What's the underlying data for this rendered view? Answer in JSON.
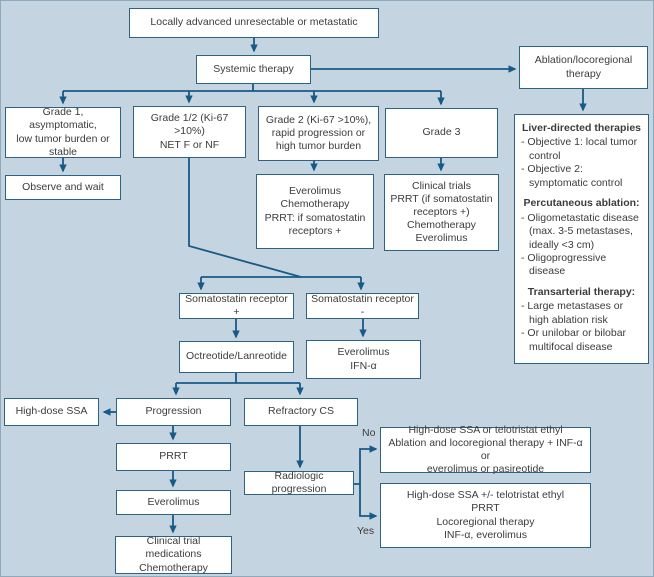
{
  "colors": {
    "background": "#c5d4e1",
    "box_fill": "#ffffff",
    "box_border": "#2e6285",
    "line": "#175a86",
    "text": "#3c3c3c"
  },
  "nodes": {
    "root": {
      "label": "Locally advanced unresectable or metastatic"
    },
    "systemic": {
      "label": "Systemic therapy"
    },
    "ablation": {
      "label": "Ablation/locoregional\ntherapy"
    },
    "grade1": {
      "label": "Grade 1, asymptomatic,\nlow tumor burden or\nstable"
    },
    "grade12": {
      "label": "Grade 1/2 (Ki-67 >10%)\nNET F or NF"
    },
    "grade2": {
      "label": "Grade 2 (Ki-67 >10%),\nrapid progression or\nhigh tumor burden"
    },
    "grade3": {
      "label": "Grade 3"
    },
    "observe": {
      "label": "Observe and wait"
    },
    "grade2_tx": {
      "label": "Everolimus\nChemotherapy\nPRRT: if somatostatin\nreceptors +"
    },
    "grade3_tx": {
      "label": "Clinical trials\nPRRT (if somatostatin\nreceptors +)\nChemotherapy\nEverolimus"
    },
    "sstr_pos": {
      "label": "Somatostatin receptor +"
    },
    "sstr_neg": {
      "label": "Somatostatin receptor -"
    },
    "octreotide": {
      "label": "Octreotide/Lanreotide"
    },
    "evero_ifn": {
      "label": "Everolimus\nIFN-α"
    },
    "high_dose_ssa": {
      "label": "High-dose SSA"
    },
    "progression": {
      "label": "Progression"
    },
    "refractory_cs": {
      "label": "Refractory CS"
    },
    "prrt": {
      "label": "PRRT"
    },
    "everolimus": {
      "label": "Everolimus"
    },
    "clinical_trial_meds": {
      "label": "Clinical trial medications\nChemotherapy"
    },
    "radiologic_progression": {
      "label": "Radiologic progression"
    },
    "no_outcome": {
      "label": "High-dose SSA or telotristat ethyl\nAblation and locoregional therapy + INF-α or\neverolimus or pasireotide"
    },
    "yes_outcome": {
      "label": "High-dose SSA +/- telotristat ethyl\nPRRT\nLocoregional therapy\nINF-α, everolimus"
    }
  },
  "branch_labels": {
    "no": "No",
    "yes": "Yes"
  },
  "liver_panel": {
    "title": "Liver-directed therapies",
    "objectives": [
      "- Objective 1: local tumor control",
      "- Objective 2: symptomatic control"
    ],
    "ablation_heading": "Percutaneous ablation:",
    "ablation_items": [
      "- Oligometastatic disease (max. 3-5 metastases, ideally <3 cm)",
      "- Oligoprogressive disease"
    ],
    "transarterial_heading": "Transarterial therapy:",
    "transarterial_items": [
      "- Large metastases or high ablation risk",
      "- Or unilobar or bilobar multifocal disease"
    ]
  }
}
